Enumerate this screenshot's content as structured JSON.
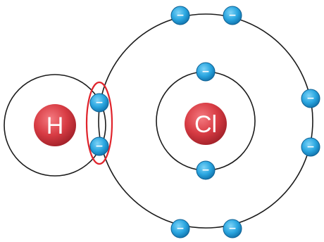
{
  "diagram": {
    "atoms": [
      {
        "symbol": "H",
        "color": "#d83c44"
      },
      {
        "symbol": "Cl",
        "color": "#d83c44"
      }
    ],
    "electron_sign": "−",
    "electron_color": "#2aa6e0",
    "shared_pair_highlight_color": "#e0242c",
    "counts": {
      "hydrogen_shell_electrons": 0,
      "shared_electrons": 2,
      "chlorine_inner_shell_electrons": 2,
      "chlorine_outer_shell_electrons": 6
    }
  }
}
